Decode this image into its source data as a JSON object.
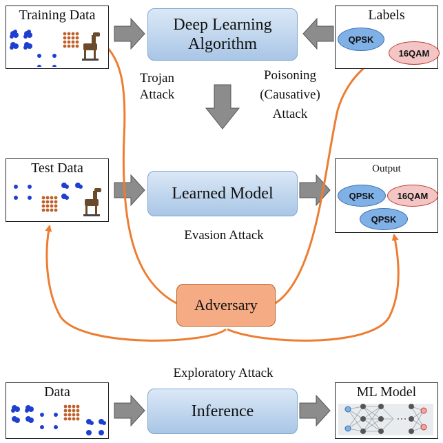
{
  "boxes": {
    "training_data": "Training Data",
    "labels": "Labels",
    "test_data": "Test Data",
    "output": "Output",
    "data": "Data",
    "ml_model": "ML Model"
  },
  "processes": {
    "deep_learning": "Deep Learning Algorithm",
    "learned_model": "Learned Model",
    "inference": "Inference",
    "adversary": "Adversary"
  },
  "attacks": {
    "trojan": "Trojan Attack",
    "poisoning": "Poisoning (Causative) Attack",
    "evasion": "Evasion Attack",
    "exploratory": "Exploratory Attack"
  },
  "pills": {
    "labels": [
      "QPSK",
      "16QAM"
    ],
    "output": [
      "QPSK",
      "16QAM",
      "QPSK"
    ]
  },
  "colors": {
    "process_fill": "#a9c6e6",
    "adversary_fill": "#f5ac84",
    "attack_arrow": "#ed7d31",
    "block_arrow": "#7f7f7f",
    "blue_cluster": "#1f3fd0",
    "brown_cluster": "#c0602a",
    "qpsk_pill": "#7fb0e6",
    "qam_pill": "#f3c5c5"
  },
  "icons": [
    "trojan-horse-icon",
    "neural-network-icon"
  ]
}
